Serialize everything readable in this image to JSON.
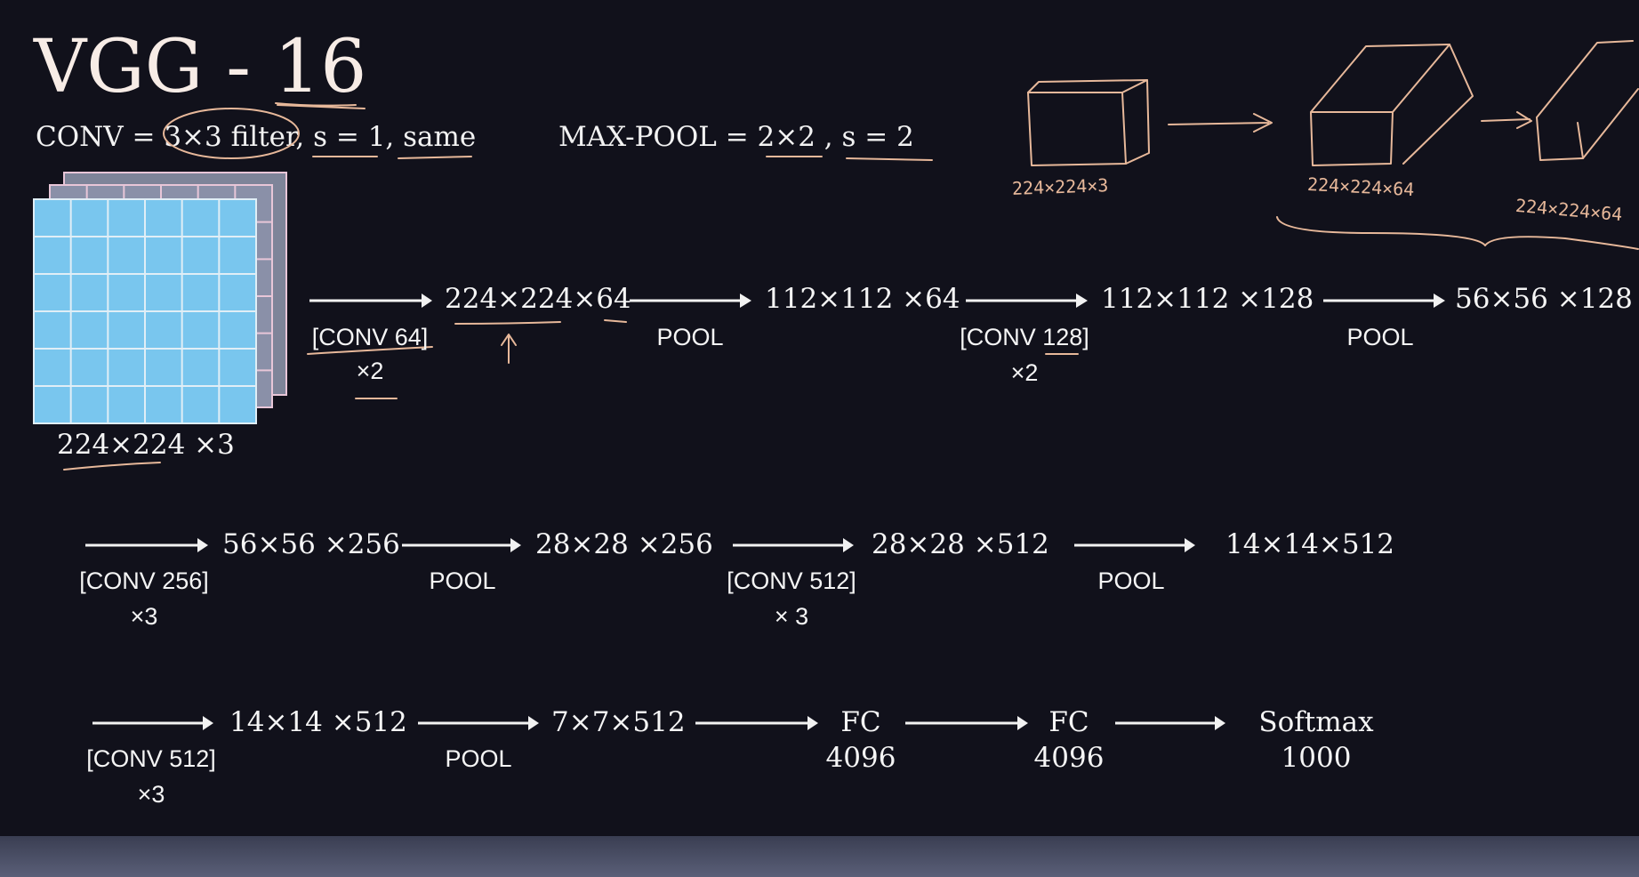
{
  "title": "VGG - 16",
  "definitions": {
    "conv": "CONV = 3×3 filter, s = 1, same",
    "maxpool": "MAX-POOL = 2×2 , s = 2"
  },
  "input_label": "224×224 ×3",
  "row1": {
    "op1": "[CONV 64]",
    "mult1": "×2",
    "dim1": "224×224×64",
    "op2": "POOL",
    "dim2": "112×112 ×64",
    "op3": "[CONV 128]",
    "mult3": "×2",
    "dim3": "112×112 ×128",
    "op4": "POOL",
    "dim4": "56×56 ×128"
  },
  "row2": {
    "op1": "[CONV 256]",
    "mult1": "×3",
    "dim1": "56×56 ×256",
    "op2": "POOL",
    "dim2": "28×28 ×256",
    "op3": "[CONV 512]",
    "mult3": "× 3",
    "dim3": "28×28 ×512",
    "op4": "POOL",
    "dim4": "14×14×512"
  },
  "row3": {
    "op1": "[CONV 512]",
    "mult1": "×3",
    "dim1": "14×14 ×512",
    "op2": "POOL",
    "dim2": "7×7×512",
    "fc1": "FC",
    "fc1_units": "4096",
    "fc2": "FC",
    "fc2_units": "4096",
    "out": "Softmax",
    "out_units": "1000"
  },
  "handwritten_sketch": {
    "label1": "224×224×3",
    "label2": "224×224×64",
    "label3": "224×224×64"
  },
  "colors": {
    "background": "#11111b",
    "ink": "#e7b89a",
    "grid_front": "#79c6ee",
    "grid_back": "#9098b0"
  }
}
